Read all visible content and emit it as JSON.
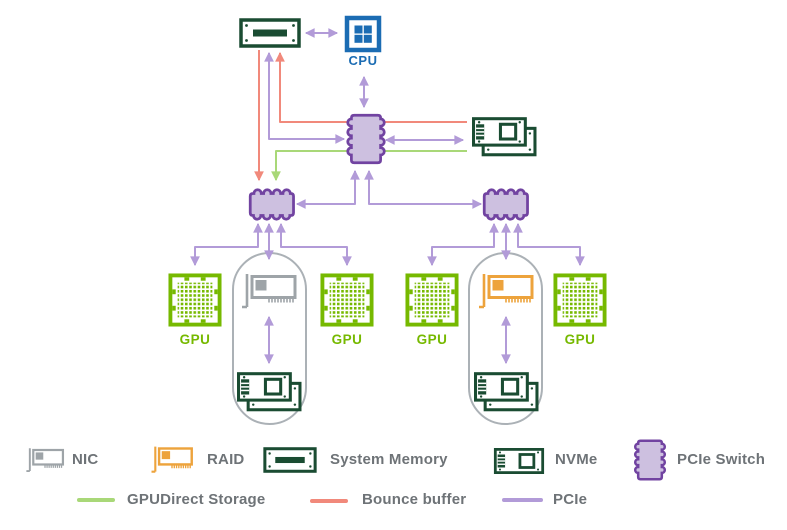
{
  "diagram": {
    "labels": {
      "cpu": "CPU",
      "gpu": "GPU"
    },
    "nodes": [
      "System Memory",
      "CPU",
      "PCIe Switch",
      "NVMe",
      "GPU",
      "NIC",
      "RAID"
    ],
    "flows": [
      "GPUDirect Storage",
      "Bounce buffer",
      "PCIe"
    ]
  },
  "legend": {
    "items": [
      {
        "name": "NIC",
        "icon": "nic-card-icon"
      },
      {
        "name": "RAID",
        "icon": "raid-card-icon"
      },
      {
        "name": "System Memory",
        "icon": "system-memory-icon"
      },
      {
        "name": "NVMe",
        "icon": "nvme-card-icon"
      },
      {
        "name": "PCIe Switch",
        "icon": "pcie-switch-icon"
      }
    ],
    "flows": [
      {
        "name": "GPUDirect Storage",
        "color": "#a9d878"
      },
      {
        "name": "Bounce buffer",
        "color": "#f1897b"
      },
      {
        "name": "PCIe",
        "color": "#b29bd8"
      }
    ]
  },
  "colors": {
    "gpu_green": "#76b900",
    "dark_green": "#1a4c32",
    "purple_border": "#7143a1",
    "purple_fill": "#cdc0e0",
    "pcie_line": "#b29bd8",
    "bounce_line": "#f1897b",
    "gds_line": "#a9d878",
    "nic_gray": "#9ea4a8",
    "raid_orange": "#eda33c",
    "cpu_blue": "#1b6cb3",
    "label_gray": "#6e7377"
  }
}
